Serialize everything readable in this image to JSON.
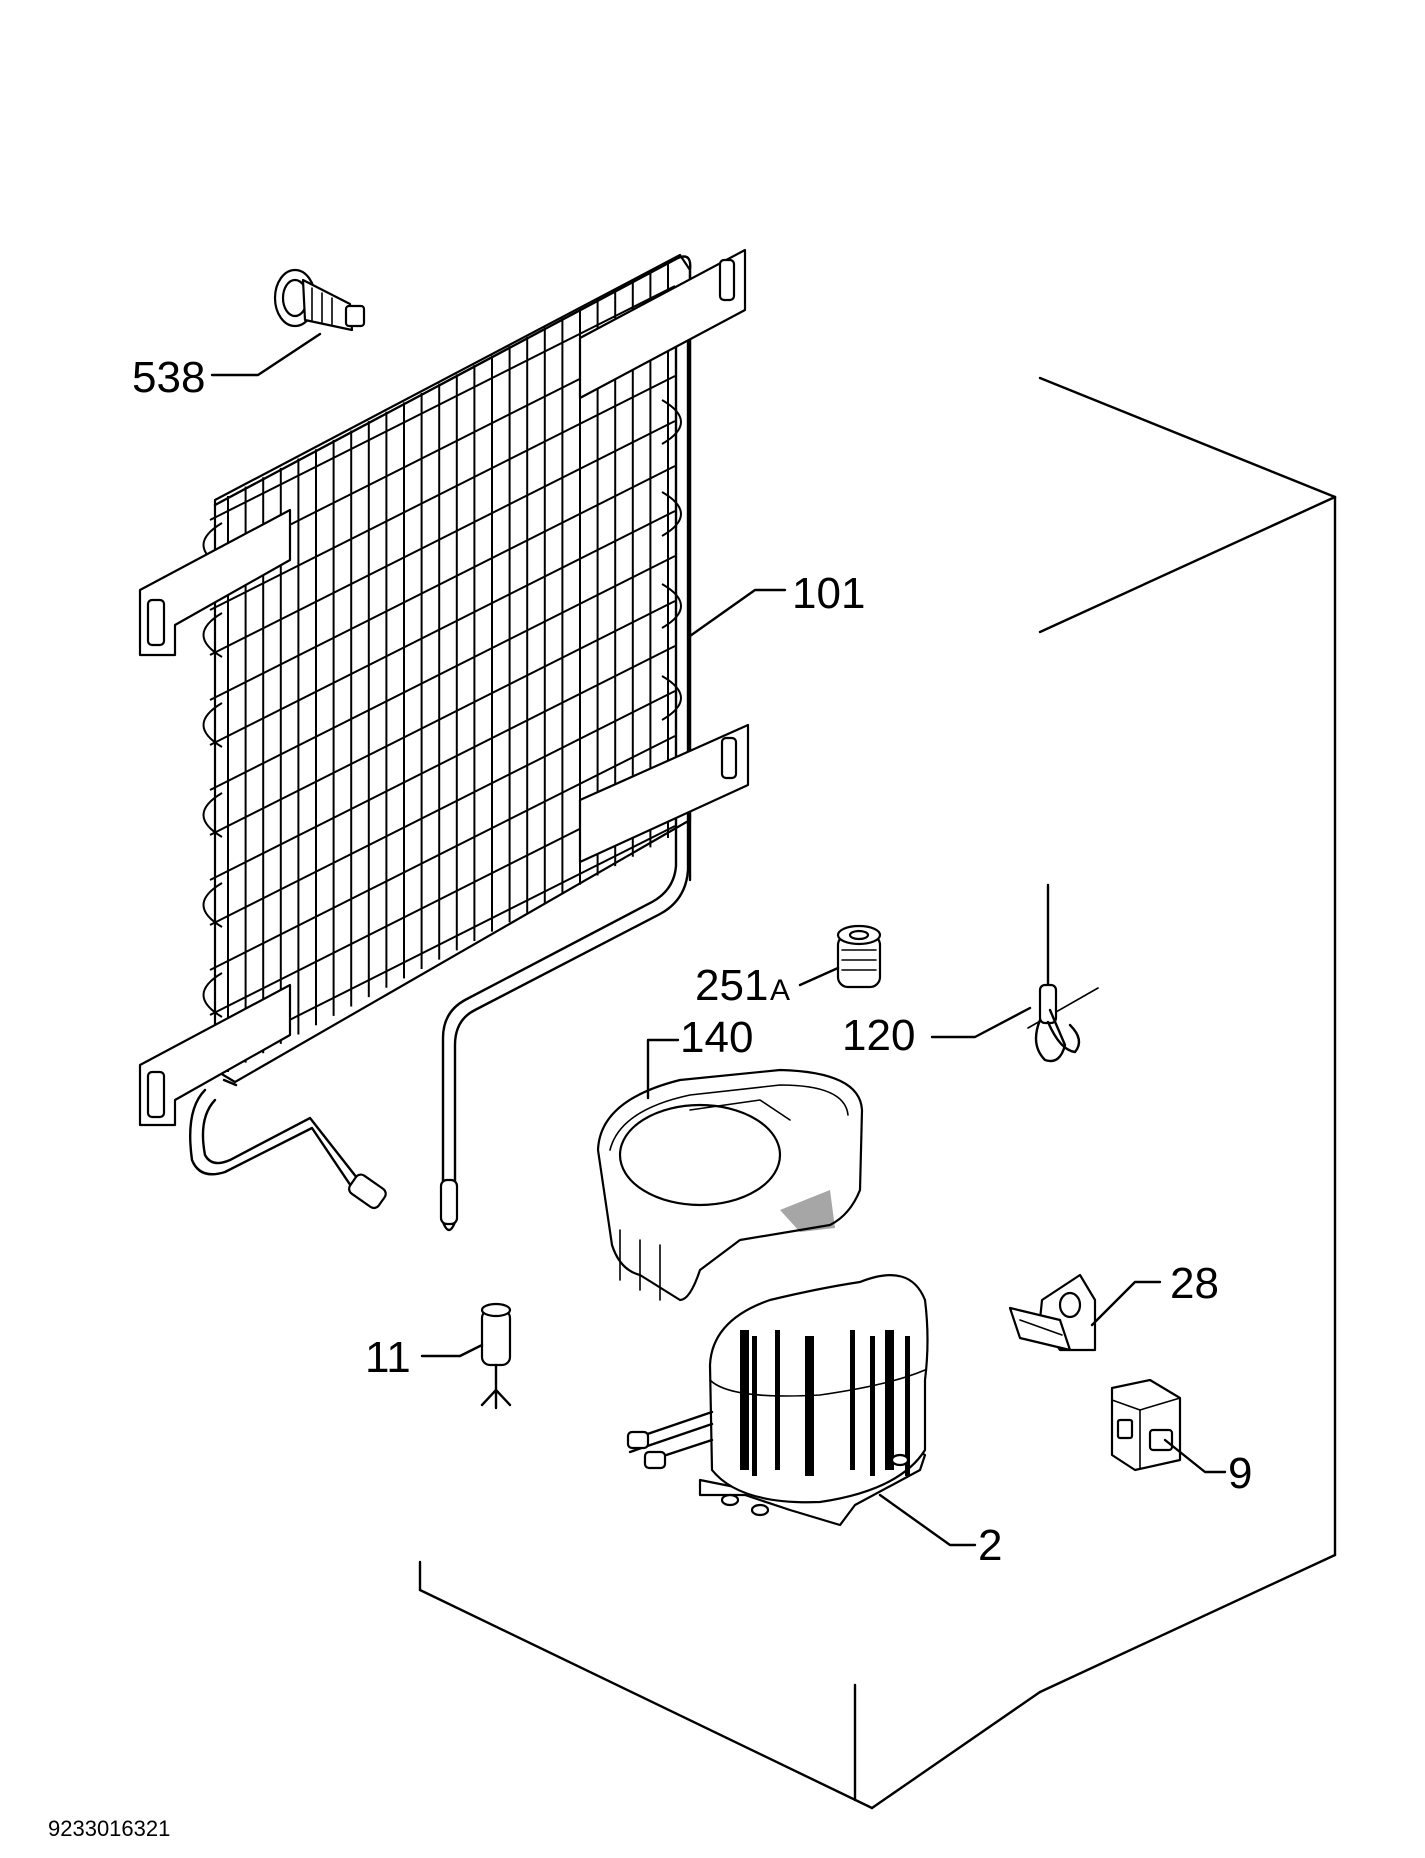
{
  "drawing_number": "9233016321",
  "parts": [
    {
      "id": "part-538",
      "label": "538"
    },
    {
      "id": "part-101",
      "label": "101"
    },
    {
      "id": "part-251a",
      "label": "251",
      "suffix": "A"
    },
    {
      "id": "part-140",
      "label": "140"
    },
    {
      "id": "part-120",
      "label": "120"
    },
    {
      "id": "part-28",
      "label": "28"
    },
    {
      "id": "part-11",
      "label": "11"
    },
    {
      "id": "part-9",
      "label": "9"
    },
    {
      "id": "part-2",
      "label": "2"
    }
  ]
}
